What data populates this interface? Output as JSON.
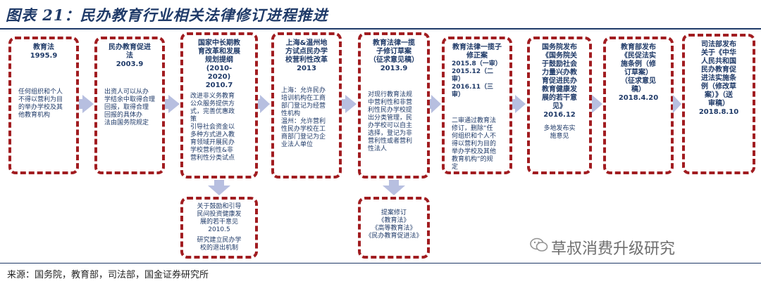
{
  "title": "图表 21：民办教育行业相关法律修订进程推进",
  "source": "来源：国务院，教育部，司法部，国金证券研究所",
  "watermark": "草叔消费升级研究",
  "boxes": [
    {
      "head": "教育法\n1995.9",
      "body": "任何组织和个人\n不得以营利为目\n的举办学校及其\n他教育机构"
    },
    {
      "head": "民办教育促进\n法\n2003.9",
      "body": "出资人可以从办\n学结余中取得合理\n回报，取得合理\n回报的具体办\n法由国务院规定"
    },
    {
      "head": "国家中长期教\n育改革和发展\n规划提纲\n(2010-\n2020)\n2010.7",
      "body": "改进非义务教育\n公众服务提供方\n式，完善优惠政\n策\n引导社会资金以\n多种方式进入教\n育领域开展民办\n学校营利性&非\n营利性分类试点"
    },
    {
      "head": "上海&温州地\n方试点民办学\n校营利性改革\n2013",
      "body": "上海：允许民办\n培训机构在工商\n部门登记为经营\n性机构\n温州：允许营利\n性民办学校在工\n商部门登记为企\n业法人单位"
    },
    {
      "head": "教育法律一揽\n子修订草案\n（征求意见稿）\n2013.9",
      "body": "对现行教育法规\n中营利性和非营\n利性民办学校提\n出分类管理，民\n办学校可以自主\n选择，登记为非\n营利性或者营利\n性法人"
    },
    {
      "head": "教育法律一揽子\n修正案",
      "sub": "2015.8（一审）\n2015.12（二审）\n2016.11（三审）",
      "body": "二审通过教育法\n修订，删除“任\n何组织和个人不\n得以营利为目的\n举办学校及其他\n教育机构”的规\n定"
    },
    {
      "head": "国务院发布\n《国务院关\n于鼓励社会\n力量兴办教\n育促进民办\n教育健康发\n展的若干意\n见》\n2016.12",
      "body": "多地发布实\n施意见"
    },
    {
      "head": "教育部发布\n《民促法实\n施条例（修\n订草案）\n（征求意见\n稿）\n2018.4.20",
      "body": ""
    },
    {
      "head": "司法部发布\n关于《中华\n人民共和国\n民办教育促\n进法实施条\n例（修改草\n案）》（送\n审稿）\n2018.8.10",
      "body": ""
    }
  ],
  "lower_boxes": [
    {
      "head": "关于鼓励和引导\n民间投资健康发\n展的若干意见",
      "date": "2010.5",
      "body": "研究建立民办学\n校的退出机制"
    },
    {
      "head": "提案修订\n《教育法》\n《高等教育法》\n《民办教育促进法》",
      "date": "",
      "body": ""
    }
  ]
}
